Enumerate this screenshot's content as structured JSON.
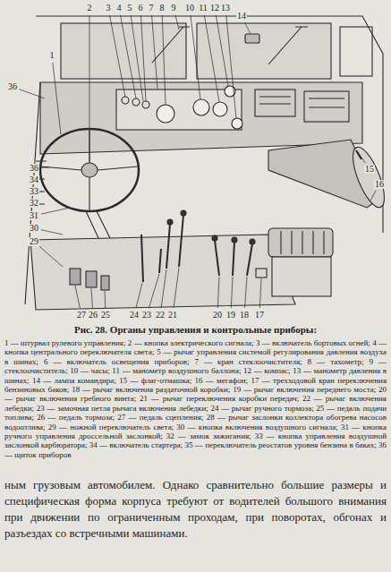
{
  "diagram": {
    "caption": "Рис. 28. Органы управления и контрольные приборы:",
    "labels": [
      "2",
      "3",
      "4",
      "5",
      "6",
      "7",
      "8",
      "9",
      "10",
      "11",
      "12",
      "13",
      "14",
      "1",
      "36",
      "36",
      "34",
      "33",
      "32",
      "31",
      "30",
      "29",
      "15",
      "16",
      "27",
      "26",
      "25",
      "24",
      "23",
      "22",
      "21",
      "20",
      "19",
      "18",
      "17",
      "1 — штурвал рулевого управления;",
      "2 — кнопка электрического сигнала;",
      "3 — включатель бортовых огней;",
      "4 — кнопка центрального переключателя света;",
      "5 — рычаг управления системой регулирования давления воздуха в шинах;",
      "6 — включатель освещения приборов;",
      "7 — кран стеклоочистителя;",
      "8 — тахометр;",
      "9 — стеклоочиститель;",
      "10 — часы;",
      "11 — манометр воздушного баллона;",
      "12 — компас;",
      "13 — манометр давления в шинах;",
      "14 — лампа командира;",
      "15 — флаг-отмашка;",
      "16 — мегафон;",
      "17 — трехходовой кран переключения бензиновых баков;",
      "18 — рычаг включения раздаточной коробки;",
      "19 — рычаг включения переднего моста;",
      "20 — рычаг включения гребного винта;",
      "21 — рычаг переключения коробки передач;",
      "22 — рычаг включения лебедки;",
      "23 — замочная петля рычага включения лебедки;",
      "24 — рычаг ручного тормоза;",
      "25 — педаль подачи топлива;",
      "26 — педаль тормоза;",
      "27 — педаль сцепления;",
      "28 — рычаг заслонки коллектора обогрева насосов водоотлива;",
      "29 — ножной переключатель света;",
      "30 — кнопка включения воздушного сигнала;",
      "31 — кнопка ручного управления дроссельной заслонкой;",
      "32 — замок зажигания;",
      "33 — кнопка управления воздушной заслонкой карбюратора;",
      "34 — включатель стартера;",
      "35 — переключатель реостатов уровня бензина в баках;",
      "36 — щиток приборов",
      "ным грузовым автомобилем. Однако сравнительно большие размеры и специфическая форма корпуса требуют от водителей большого внимания при движении по ограниченным проходам, при поворотах, обгонах и разъездах со встречными машинами."
    ]
  }
}
